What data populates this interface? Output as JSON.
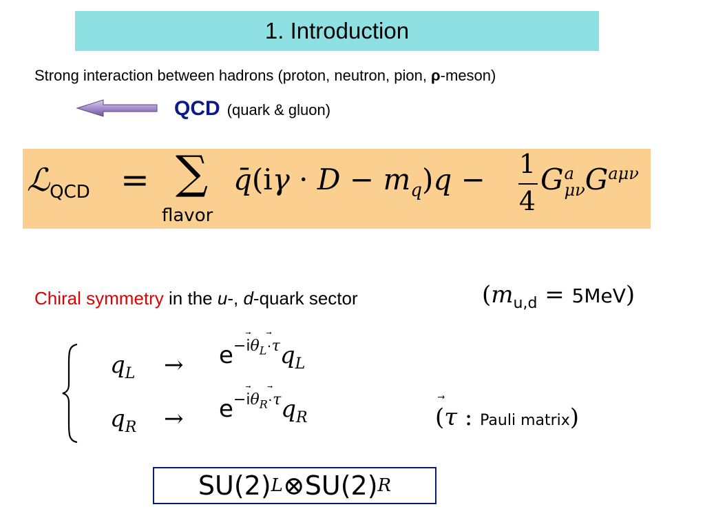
{
  "slide": {
    "title": "1. Introduction",
    "intro": {
      "text_before": "Strong interaction between hadrons (proton, neutron, pion, ",
      "rho": "ρ",
      "text_after": "-meson)"
    },
    "qcd": {
      "label": "QCD",
      "paren": "(quark & gluon)"
    },
    "lagrangian": {
      "L": "ℒ",
      "L_sub": "QCD",
      "eq": "=",
      "sum": "∑",
      "sum_sub": "flavor",
      "qbar": "q̄",
      "body_a": "(i",
      "gamma": "γ",
      "dot": " · ",
      "D": "D",
      "minus": " − ",
      "m": "m",
      "m_sub": "q",
      "body_b": ")",
      "q": "q",
      "minus2": " − ",
      "frac_num": "1",
      "frac_den": "4",
      "G": "G",
      "G1_sup": "a",
      "G1_sub": "μν",
      "G2_sup": "aμν"
    },
    "chiral": {
      "red_text": "Chiral symmetry",
      "text_mid": " in the ",
      "u": "u",
      "text_dash": "-, ",
      "d": "d",
      "text_end": "-quark sector"
    },
    "mass": {
      "open": "(",
      "m": "m",
      "sub": "u,d",
      "eq": " = ",
      "value": "5MeV",
      "close": ")"
    },
    "transform": {
      "row1": {
        "lhs": "q",
        "lhs_sub": "L",
        "arrow": "→",
        "e": "e",
        "exp_a": "−i",
        "theta": "θ",
        "theta_sub": "L",
        "exp_b": "·",
        "tau": "τ",
        "rhs": "q",
        "rhs_sub": "L"
      },
      "row2": {
        "lhs": "q",
        "lhs_sub": "R",
        "arrow": "→",
        "e": "e",
        "exp_a": "−i",
        "theta": "θ",
        "theta_sub": "R",
        "exp_b": "·",
        "tau": "τ",
        "rhs": "q",
        "rhs_sub": "R"
      }
    },
    "pauli": {
      "open": "(",
      "tau": "τ",
      "colon": " : ",
      "text": "Pauli matrix",
      "close": ")"
    },
    "symmetry_group": {
      "su_a": "SU(2)",
      "sub_a": "L",
      "otimes": " ⊗ ",
      "su_b": "SU(2)",
      "sub_b": "R"
    },
    "colors": {
      "title_bg": "#8ee0e2",
      "lagrangian_bg": "#fbcf8f",
      "qcd_blue": "#0a1a8a",
      "chiral_red": "#e00000",
      "arrow_fill": "#a98fd0"
    }
  }
}
